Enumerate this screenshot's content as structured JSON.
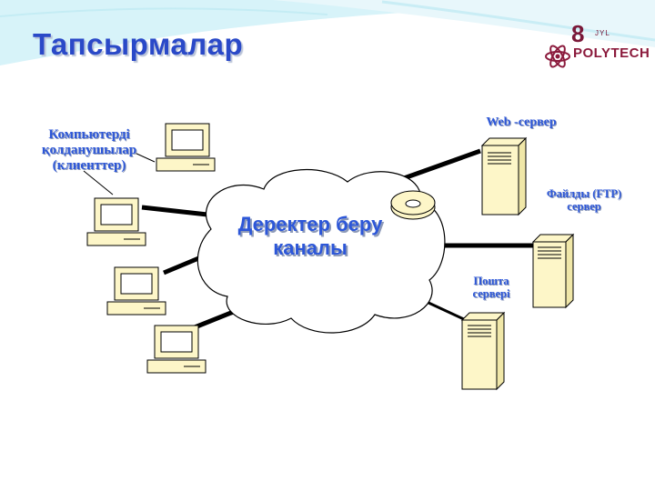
{
  "slide": {
    "title": "Тапсырмалар"
  },
  "logo": {
    "number": "8",
    "small_text": "JYL",
    "name": "POLYTECH"
  },
  "diagram": {
    "clients_label": "Компьютерді қолданушылар (клиенттер)",
    "channel_label": "Деректер беру каналы",
    "web_server_label": "Web -сервер",
    "ftp_server_label": "Файлды (FTP) сервер",
    "mail_server_label": "Пошта сервері"
  },
  "colors": {
    "title": "#2a49c8",
    "label": "#2d57d8",
    "device_fill": "#fdf6c8",
    "logo": "#8b1a3c"
  }
}
